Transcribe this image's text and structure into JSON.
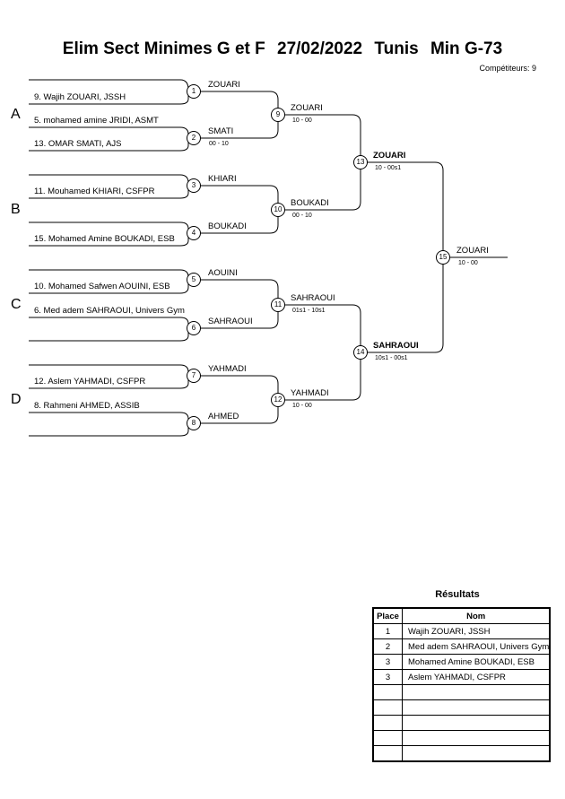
{
  "title": {
    "event": "Elim Sect Minimes G et F",
    "date": "27/02/2022",
    "city": "Tunis",
    "category": "Min G-73"
  },
  "competitors": "Compétiteurs: 9",
  "pools": [
    "A",
    "B",
    "C",
    "D"
  ],
  "entrants": [
    "9. Wajih ZOUARI, JSSH",
    "5. mohamed amine JRIDI, ASMT",
    "13. OMAR SMATI, AJS",
    "11. Mouhamed KHIARI, CSFPR",
    "15. Mohamed Amine BOUKADI, ESB",
    "10. Mohamed Safwen AOUINI, ESB",
    "6. Med adem SAHRAOUI, Univers Gym",
    "12. Aslem YAHMADI, CSFPR",
    "8. Rahmeni AHMED, ASSIB"
  ],
  "matches": [
    {
      "n": "1",
      "winner": "ZOUARI",
      "score": ""
    },
    {
      "n": "2",
      "winner": "SMATI",
      "score": "00 - 10"
    },
    {
      "n": "3",
      "winner": "KHIARI",
      "score": ""
    },
    {
      "n": "4",
      "winner": "BOUKADI",
      "score": ""
    },
    {
      "n": "5",
      "winner": "AOUINI",
      "score": ""
    },
    {
      "n": "6",
      "winner": "SAHRAOUI",
      "score": ""
    },
    {
      "n": "7",
      "winner": "YAHMADI",
      "score": ""
    },
    {
      "n": "8",
      "winner": "AHMED",
      "score": ""
    },
    {
      "n": "9",
      "winner": "ZOUARI",
      "score": "10 - 00"
    },
    {
      "n": "10",
      "winner": "BOUKADI",
      "score": "00 - 10"
    },
    {
      "n": "11",
      "winner": "SAHRAOUI",
      "score": "01s1 - 10s1"
    },
    {
      "n": "12",
      "winner": "YAHMADI",
      "score": "10 - 00"
    },
    {
      "n": "13",
      "winner": "ZOUARI",
      "score": "10 - 00s1"
    },
    {
      "n": "14",
      "winner": "SAHRAOUI",
      "score": "10s1 - 00s1"
    },
    {
      "n": "15",
      "winner": "ZOUARI",
      "score": "10 - 00"
    }
  ],
  "results": {
    "title": "Résultats",
    "headers": {
      "place": "Place",
      "name": "Nom"
    },
    "rows": [
      {
        "place": "1",
        "name": "Wajih ZOUARI, JSSH"
      },
      {
        "place": "2",
        "name": "Med adem SAHRAOUI, Univers Gym"
      },
      {
        "place": "3",
        "name": "Mohamed Amine BOUKADI, ESB"
      },
      {
        "place": "3",
        "name": "Aslem YAHMADI, CSFPR"
      },
      {
        "place": "",
        "name": ""
      },
      {
        "place": "",
        "name": ""
      },
      {
        "place": "",
        "name": ""
      },
      {
        "place": "",
        "name": ""
      },
      {
        "place": "",
        "name": ""
      }
    ]
  }
}
